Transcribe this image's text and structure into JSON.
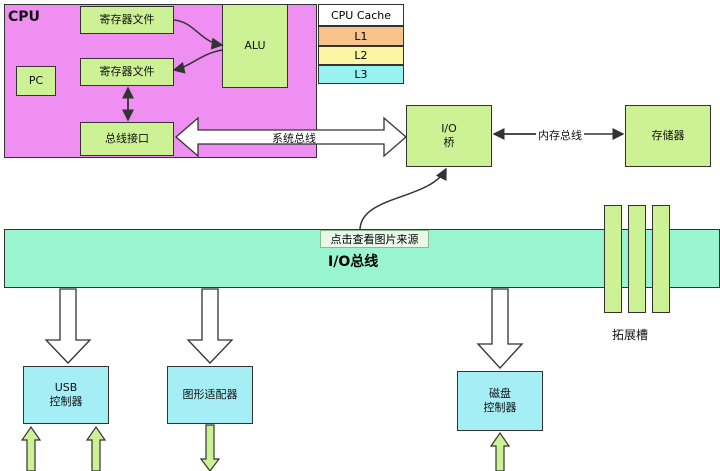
{
  "cpu": {
    "title": "CPU",
    "register_file_1": "寄存器文件",
    "register_file_2": "寄存器文件",
    "pc": "PC",
    "alu": "ALU",
    "bus_interface": "总线接口"
  },
  "cache": {
    "header": "CPU Cache",
    "levels": [
      "L1",
      "L2",
      "L3"
    ],
    "colors": [
      "#f8c38a",
      "#fcf6a4",
      "#99f2f2"
    ]
  },
  "system_bus_label": "系统总线",
  "io_bridge": {
    "line1": "I/O",
    "line2": "桥"
  },
  "memory_bus_label": "内存总线",
  "memory": "存储器",
  "io_bus": {
    "title": "I/O总线",
    "tooltip": "点击查看图片来源"
  },
  "expansion_slot_label": "拓展槽",
  "controllers": {
    "usb": {
      "line1": "USB",
      "line2": "控制器"
    },
    "graphics": "图形适配器",
    "disk": {
      "line1": "磁盘",
      "line2": "控制器"
    }
  },
  "colors": {
    "cpu_bg": "#f08ff2",
    "green": "#cdf195",
    "io_bus": "#99f5d0",
    "controller": "#a5eef5"
  }
}
